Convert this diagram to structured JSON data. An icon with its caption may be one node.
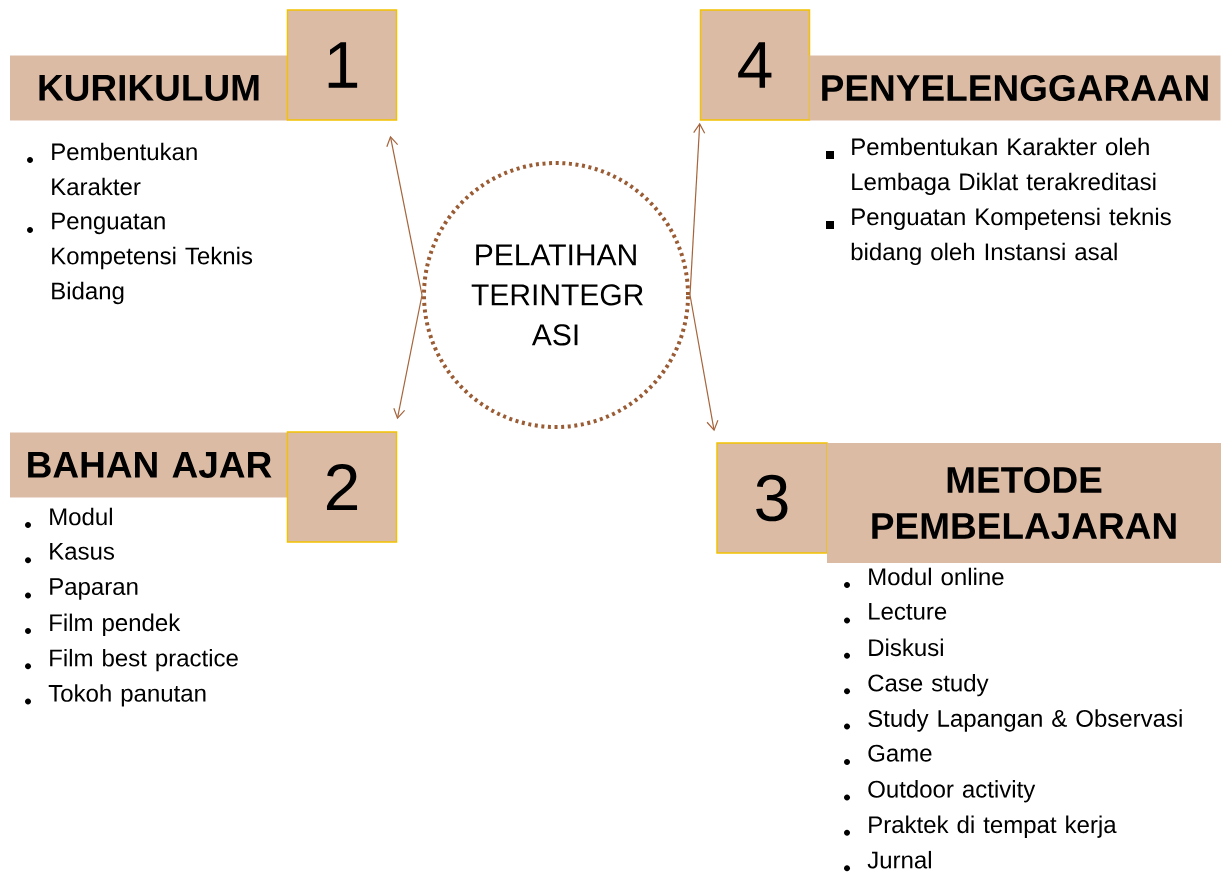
{
  "diagram": {
    "nodes": [
      {
        "text": [
          "PELATIHAN TERINTEGR ASI"
        ]
      },
      {
        "text": [
          "KURIKULUM"
        ]
      },
      {
        "text": [
          "1"
        ]
      },
      {
        "text": [
          "4"
        ]
      },
      {
        "text": [
          "PENYELENGGARAAN"
        ]
      },
      {
        "text": [
          "BAHAN AJAR"
        ]
      },
      {
        "text": [
          "2"
        ]
      },
      {
        "text": [
          "3"
        ]
      },
      {
        "text": [
          "METODE PEMBELAJARAN"
        ]
      }
    ],
    "edges": [
      {
        "from": 0,
        "to": 2,
        "arrow": "to"
      },
      {
        "from": 0,
        "to": 6,
        "arrow": "to"
      },
      {
        "from": 0,
        "to": 3,
        "arrow": "to"
      },
      {
        "from": 0,
        "to": 7,
        "arrow": "to"
      }
    ],
    "labels": [
      "Pembentukan Karakter",
      "Penguatan Kompetensi Teknis Bidang",
      "Pembentukan Karakter oleh Lembaga Diklat terakreditasi",
      "Penguatan Kompetensi teknis bidang oleh Instansi asal",
      "Modul",
      "Kasus",
      "Paparan",
      "Film pendek",
      "Film best practice",
      "Tokoh panutan",
      "Modul online",
      "Lecture",
      "Diskusi",
      "Case study",
      "Study Lapangan & Observasi",
      "Game",
      "Outdoor activity",
      "Praktek di tempat kerja",
      "Jurnal"
    ]
  }
}
